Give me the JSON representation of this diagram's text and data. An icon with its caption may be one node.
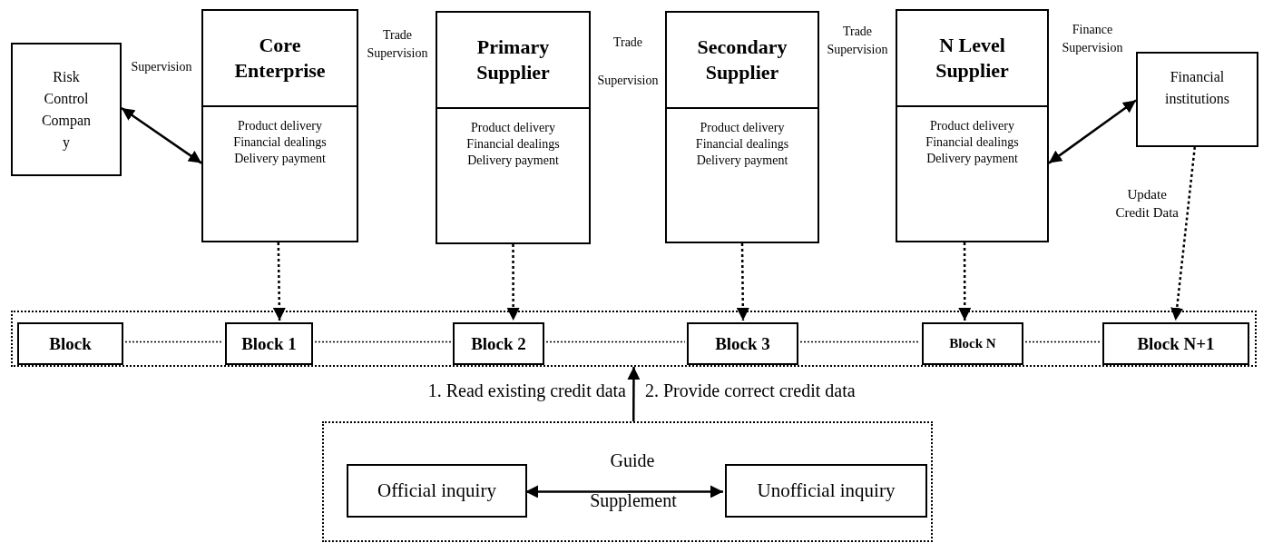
{
  "diagram": {
    "nodes": [
      {
        "text": [
          "Risk Control Compan y"
        ]
      },
      {
        "text": [
          "Core Enterprise",
          "Product delivery Financial dealings Delivery payment"
        ]
      },
      {
        "text": [
          "Primary Supplier",
          "Product delivery Financial dealings Delivery payment"
        ]
      },
      {
        "text": [
          "Secondary Supplier",
          "Product delivery Financial dealings Delivery payment"
        ]
      },
      {
        "text": [
          "N Level Supplier",
          "Product delivery Financial dealings Delivery payment"
        ]
      },
      {
        "text": [
          "Financial institutions"
        ]
      },
      {
        "text": [],
        "shape": "box"
      },
      {
        "text": [
          "Block"
        ],
        "in": 6
      },
      {
        "text": [
          "Block 1"
        ],
        "in": 6
      },
      {
        "text": [
          "Block 2"
        ],
        "in": 6
      },
      {
        "text": [
          "Block 3"
        ],
        "in": 6
      },
      {
        "text": [
          "Block N"
        ],
        "in": 6
      },
      {
        "text": [
          "Block N+1"
        ],
        "in": 6
      },
      {
        "text": [],
        "shape": "box"
      },
      {
        "text": [
          "Official inquiry"
        ],
        "in": 13
      },
      {
        "text": [
          "Unofficial inquiry"
        ],
        "in": 13
      }
    ],
    "edges": [
      {
        "from": 0,
        "to": 1,
        "arrow": "both"
      },
      {
        "from": 4,
        "to": 5,
        "arrow": "both"
      },
      {
        "from": 1,
        "to": 8,
        "arrow": "to",
        "style": "dashed"
      },
      {
        "from": 2,
        "to": 9,
        "arrow": "to",
        "style": "dashed"
      },
      {
        "from": 3,
        "to": 10,
        "arrow": "to",
        "style": "dashed"
      },
      {
        "from": 4,
        "to": 11,
        "arrow": "to",
        "style": "dashed"
      },
      {
        "from": 5,
        "to": 12,
        "arrow": "to",
        "style": "dashed",
        "label": "Update Credit Data"
      },
      {
        "from": 7,
        "to": 8,
        "arrow": "none",
        "style": "dashed"
      },
      {
        "from": 8,
        "to": 9,
        "arrow": "none",
        "style": "dashed"
      },
      {
        "from": 9,
        "to": 10,
        "arrow": "none",
        "style": "dashed"
      },
      {
        "from": 10,
        "to": 11,
        "arrow": "none",
        "style": "dashed"
      },
      {
        "from": 11,
        "to": 12,
        "arrow": "none",
        "style": "dashed"
      },
      {
        "from": 13,
        "to": 6,
        "arrow": "to"
      },
      {
        "from": 14,
        "to": 15,
        "arrow": "both"
      }
    ],
    "labels": [
      "Supervision",
      "Trade Supervision",
      "Trade Supervision",
      "Trade Supervision",
      "Finance Supervision",
      "1. Read existing credit data",
      "2. Provide correct credit data",
      "Guide",
      "Supplement"
    ]
  }
}
